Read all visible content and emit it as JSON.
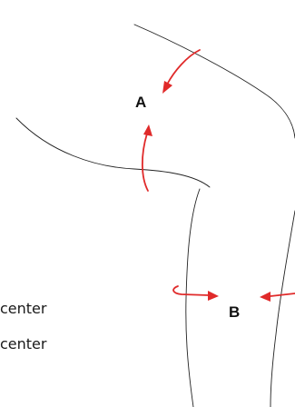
{
  "markers": {
    "a_label": "A",
    "b_label": "B"
  },
  "caption_lines": [
    "center",
    "center"
  ],
  "colors": {
    "arrow": "#e02a2a",
    "outline": "#222222",
    "text": "#111111",
    "background": "#ffffff"
  }
}
